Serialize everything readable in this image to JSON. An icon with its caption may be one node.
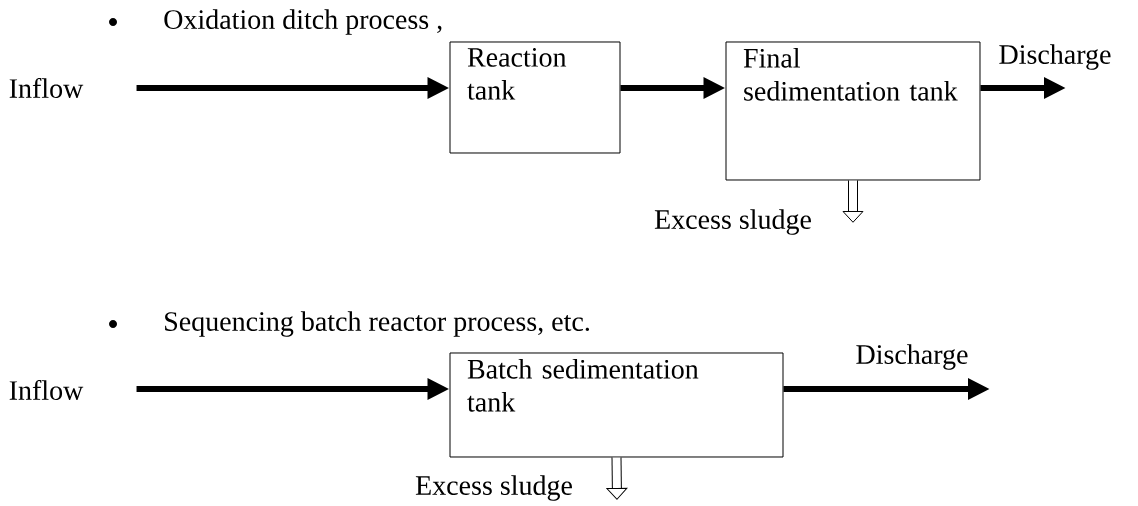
{
  "diagram": {
    "nodes": [
      {
        "text": [
          "Inflow"
        ]
      },
      {
        "text": [
          "Reaction tank"
        ]
      },
      {
        "text": [
          "Final sedimentation tank"
        ]
      },
      {
        "text": [
          "Inflow"
        ]
      },
      {
        "text": [
          "Batch sedimentation tank"
        ]
      }
    ],
    "edges": [
      {
        "from": 0,
        "to": 1,
        "arrow": "to"
      },
      {
        "from": 1,
        "to": 2,
        "arrow": "to"
      },
      {
        "from": 2,
        "to": null,
        "arrow": "to",
        "label": "Discharge"
      },
      {
        "from": 2,
        "to": null,
        "arrow": "to",
        "label": "Excess sludge"
      },
      {
        "from": 3,
        "to": 4,
        "arrow": "to"
      },
      {
        "from": 4,
        "to": null,
        "arrow": "to",
        "label": "Discharge"
      },
      {
        "from": 4,
        "to": null,
        "arrow": "to",
        "label": "Excess sludge"
      }
    ],
    "labels": [
      "Oxidation ditch process ,",
      "Sequencing batch reactor process, etc."
    ]
  }
}
